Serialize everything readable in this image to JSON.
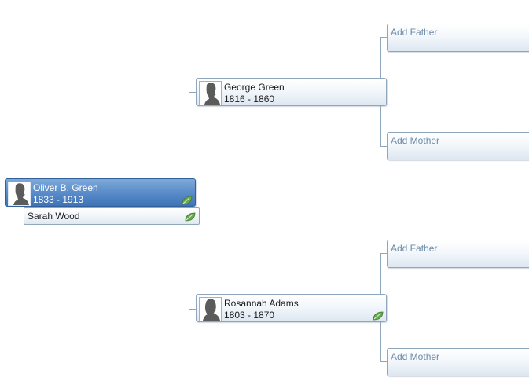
{
  "root": {
    "name": "Oliver B. Green",
    "dates": "1833 - 1913",
    "photo_icon": "silhouette-male-icon",
    "hint_icon": "leaf-hint-icon"
  },
  "spouse": {
    "name": "Sarah Wood",
    "hint_icon": "leaf-hint-icon"
  },
  "father": {
    "name": "George Green",
    "dates": "1816 - 1860",
    "photo_icon": "silhouette-male-icon"
  },
  "mother": {
    "name": "Rosannah Adams",
    "dates": "1803 - 1870",
    "photo_icon": "silhouette-female-icon",
    "hint_icon": "leaf-hint-icon"
  },
  "paternal": {
    "add_father": "Add Father",
    "add_mother": "Add Mother"
  },
  "maternal": {
    "add_father": "Add Father",
    "add_mother": "Add Mother"
  },
  "colors": {
    "selected_card": "#5d8fcb",
    "card_border": "#8fa6bd",
    "connector": "#8fa6bd",
    "add_text": "#6b8aa8",
    "leaf": "#6aa84f"
  }
}
